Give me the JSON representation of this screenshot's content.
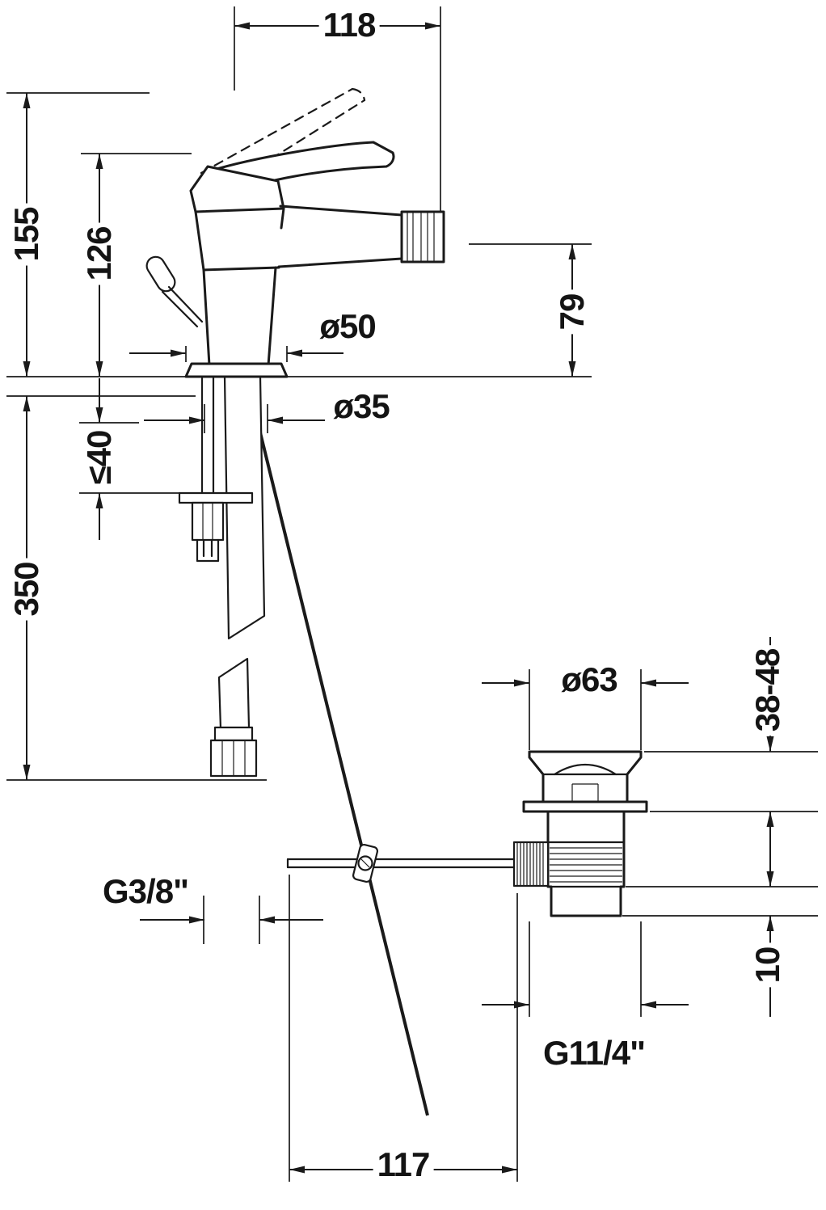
{
  "drawing": {
    "colors": {
      "line": "#1a1a1a",
      "background": "#ffffff"
    },
    "labels": {
      "spout_projection": "118",
      "total_height": "155",
      "body_height": "126",
      "outlet_height": "79",
      "base_diameter": "ø50",
      "hole_diameter": "ø35",
      "max_mounting_thickness": "≤40",
      "hose_length": "350",
      "waste_flange_diameter": "ø63",
      "waste_height_range": "38-48",
      "supply_thread": "G3/8\"",
      "waste_collar_height": "10",
      "waste_thread": "G11/4\"",
      "rod_offset": "117"
    }
  }
}
